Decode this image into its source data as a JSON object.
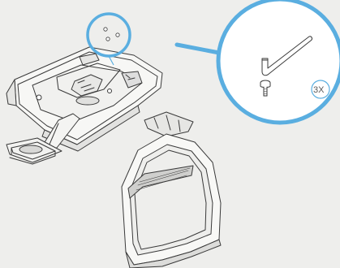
{
  "illustration": {
    "accent_color": "#5aaee0",
    "line_color": "#3a3a3a",
    "background_color": "#eeeeec",
    "parts": [
      "seat-assembly",
      "backrest-frame",
      "hex-key-icon",
      "screw-icon"
    ],
    "callout": {
      "quantity_label": "3X"
    }
  }
}
